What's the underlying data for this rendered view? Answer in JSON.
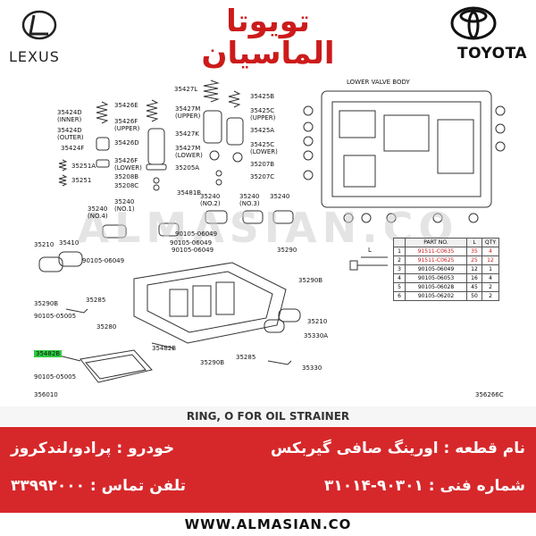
{
  "header": {
    "lexus_text": "LEXUS",
    "toyota_text": "TOYOTA",
    "brand_fa_line1": "تویوتا",
    "brand_fa_line2": "الماسیان"
  },
  "diagram": {
    "lower_valve_body_title": "LOWER VALVE BODY",
    "figure_id_left": "356010",
    "figure_id_right": "356266C",
    "watermark": "ALMASIAN.CO",
    "callouts": [
      {
        "id": "c1",
        "text": "35427L"
      },
      {
        "id": "c2",
        "text": "35425B"
      },
      {
        "id": "c3",
        "text": "35424D\n(INNER)"
      },
      {
        "id": "c4",
        "text": "35426E"
      },
      {
        "id": "c5",
        "text": "35427M\n(UPPER)"
      },
      {
        "id": "c6",
        "text": "35425C\n(UPPER)"
      },
      {
        "id": "c7",
        "text": "35424D\n(OUTER)"
      },
      {
        "id": "c8",
        "text": "35426F\n(UPPER)"
      },
      {
        "id": "c9",
        "text": "35427K"
      },
      {
        "id": "c10",
        "text": "35425A"
      },
      {
        "id": "c11",
        "text": "35424F"
      },
      {
        "id": "c12",
        "text": "35426D"
      },
      {
        "id": "c13",
        "text": "35427M\n(LOWER)"
      },
      {
        "id": "c14",
        "text": "35425C\n(LOWER)"
      },
      {
        "id": "c15",
        "text": "35251A"
      },
      {
        "id": "c16",
        "text": "35426F\n(LOWER)"
      },
      {
        "id": "c17",
        "text": "35205A"
      },
      {
        "id": "c18",
        "text": "35207B"
      },
      {
        "id": "c19",
        "text": "35251"
      },
      {
        "id": "c20",
        "text": "35208B"
      },
      {
        "id": "c21",
        "text": "35208C"
      },
      {
        "id": "c22",
        "text": "35207C"
      },
      {
        "id": "c23",
        "text": "35240\n(NO.4)"
      },
      {
        "id": "c24",
        "text": "35240\n(NO.1)"
      },
      {
        "id": "c25",
        "text": "35240\n(NO.2)"
      },
      {
        "id": "c26",
        "text": "35240\n(NO.3)"
      },
      {
        "id": "c27",
        "text": "35240"
      },
      {
        "id": "c28",
        "text": "35481B"
      },
      {
        "id": "c29",
        "text": "90105-06049"
      },
      {
        "id": "c30",
        "text": "90105-06049"
      },
      {
        "id": "c31",
        "text": "90105-06049"
      },
      {
        "id": "c32",
        "text": "90105-06049"
      },
      {
        "id": "c33",
        "text": "35290"
      },
      {
        "id": "c34",
        "text": "35210"
      },
      {
        "id": "c35",
        "text": "35410"
      },
      {
        "id": "c36",
        "text": "35290B"
      },
      {
        "id": "c37",
        "text": "35290B"
      },
      {
        "id": "c38",
        "text": "35285"
      },
      {
        "id": "c39",
        "text": "90105-05005"
      },
      {
        "id": "c40",
        "text": "35280"
      },
      {
        "id": "c41",
        "text": "35210"
      },
      {
        "id": "c42",
        "text": "35330A",
        "highlight": true
      },
      {
        "id": "c43",
        "text": "35482B"
      },
      {
        "id": "c44",
        "text": "35482B"
      },
      {
        "id": "c45",
        "text": "35290B"
      },
      {
        "id": "c46",
        "text": "35285"
      },
      {
        "id": "c47",
        "text": "35330"
      },
      {
        "id": "c48",
        "text": "90105-05005"
      }
    ],
    "table": {
      "headers": [
        "",
        "PART NO.",
        "L",
        "QTY"
      ],
      "rows": [
        [
          "1",
          "91511-C0635",
          "35",
          "4"
        ],
        [
          "2",
          "91511-C0625",
          "25",
          "12"
        ],
        [
          "3",
          "90105-06049",
          "12",
          "1"
        ],
        [
          "4",
          "90105-06053",
          "16",
          "4"
        ],
        [
          "5",
          "90105-06028",
          "45",
          "2"
        ],
        [
          "6",
          "90105-06202",
          "50",
          "2"
        ]
      ],
      "dim_label": "L"
    }
  },
  "caption": "RING, O  FOR OIL STRAINER",
  "info": {
    "part_name": "نام قطعه : اورینگ صافی گیربکس",
    "vehicle": "خودرو : پرادو،لندکروز",
    "part_number": "شماره فنی : ۹۰۳۰۱-۳۱۰۱۴",
    "phone": "تلفن تماس : ۳۳۹۹۲۰۰۰"
  },
  "footer": "WWW.ALMASIAN.CO",
  "colors": {
    "brand_red": "#d6282b",
    "highlight_green": "#2ecc40",
    "table_red": "#cc1b1b"
  }
}
